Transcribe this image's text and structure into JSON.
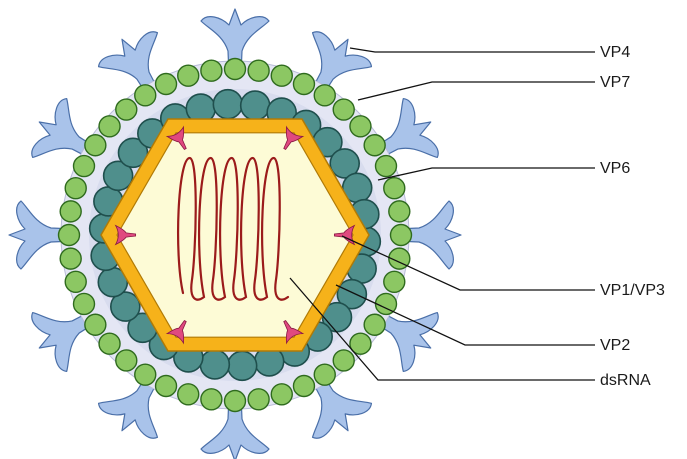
{
  "labels": {
    "vp4": "VP4",
    "vp7": "VP7",
    "vp6": "VP6",
    "vp1vp3": "VP1/VP3",
    "vp2": "VP2",
    "dsrna": "dsRNA"
  },
  "colors": {
    "spike_fill": "#a9c3ea",
    "spike_stroke": "#4a6fa8",
    "outer_bead_fill": "#8cc763",
    "outer_bead_stroke": "#2f6b1e",
    "middle_layer_fill": "#e4e6f4",
    "inner_bead_fill": "#4f8f8c",
    "inner_bead_stroke": "#1f4f4d",
    "core_shell_fill": "#f6b21a",
    "core_shell_stroke": "#b07a06",
    "core_fill": "#fdfbd6",
    "polymerase_fill": "#e0497f",
    "rna_stroke": "#9b1b1b",
    "leader_line": "#111111"
  },
  "structure": {
    "vp4_spike_count": 12,
    "vp7_bead_count": 44,
    "vp6_bead_count": 30,
    "vp1vp3_count": 6,
    "dsrna_coil_turns": 5
  }
}
